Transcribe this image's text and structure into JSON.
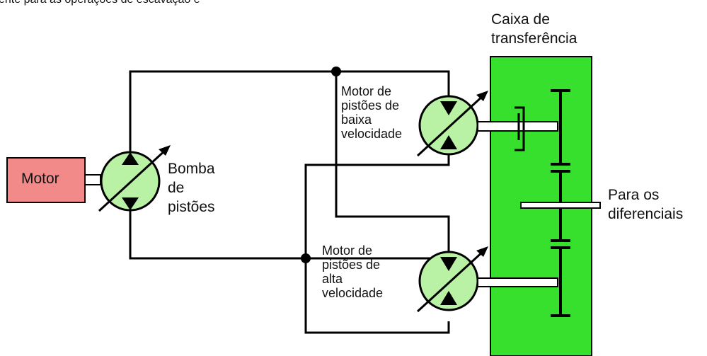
{
  "top_text": "ente para as operações de escavação e",
  "motor_label": "Motor",
  "pump_label": [
    "Bomba",
    "de",
    "pistões"
  ],
  "low_speed_motor_label": [
    "Motor de",
    "pistões de",
    "baixa",
    "velocidade"
  ],
  "high_speed_motor_label": [
    "Motor de",
    "pistões de",
    "alta",
    "velocidade"
  ],
  "transfer_case_label": [
    "Caixa de",
    "transferência"
  ],
  "output_label": [
    "Para os",
    "diferenciais"
  ],
  "colors": {
    "motor_fill": "#f28a8a",
    "pump_fill": "#b9f2a4",
    "transfer_case_fill": "#36e02d",
    "line": "#000000",
    "shaft": "#ffffff"
  }
}
